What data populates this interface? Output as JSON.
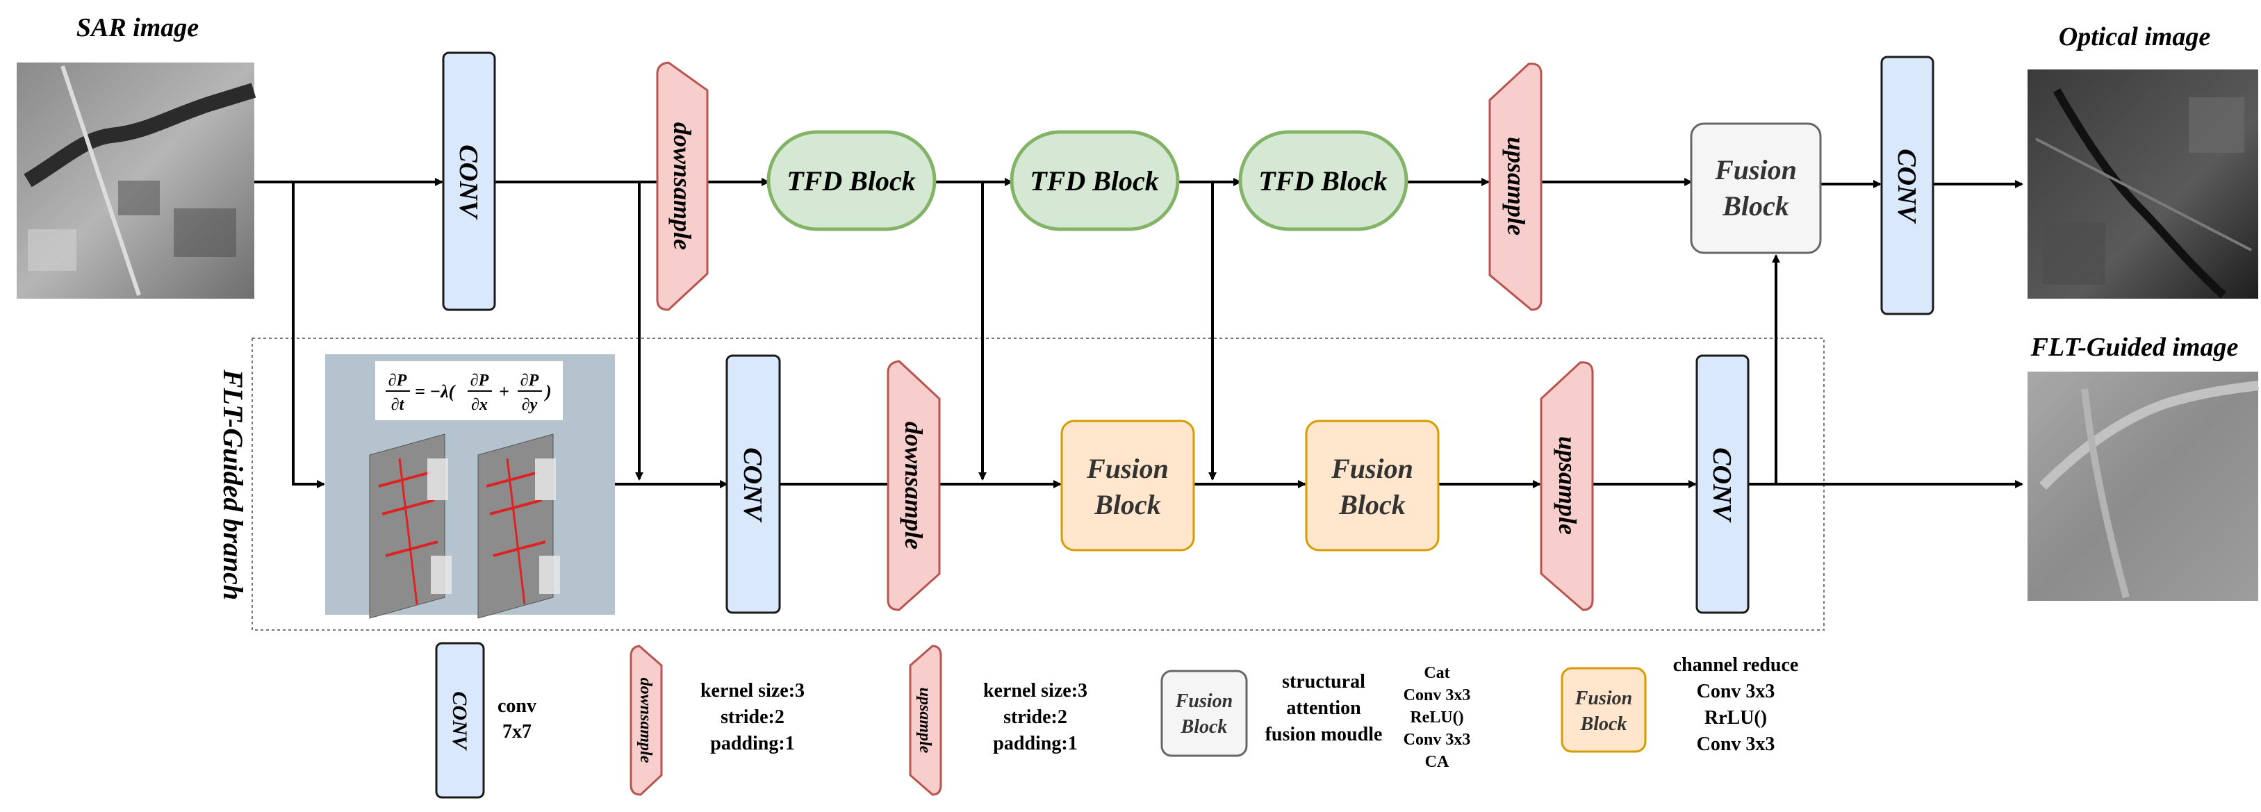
{
  "labels": {
    "sar_image": "SAR image",
    "optical_image": "Optical image",
    "flt_image": "FLT-Guided image",
    "flt_branch": "FLT-Guided branch"
  },
  "blocks": {
    "conv": "CONV",
    "downsample": "downsample",
    "upsample": "upsample",
    "tfd_block": "TFD Block",
    "fusion_block_line1": "Fusion",
    "fusion_block_line2": "Block"
  },
  "equation": {
    "lhs_num": "∂P",
    "lhs_den": "∂t",
    "mid": "= −λ(",
    "t1_num": "∂P",
    "t1_den": "∂x",
    "plus": "+",
    "t2_num": "∂P",
    "t2_den": "∂y",
    "close": ")"
  },
  "legend": {
    "conv_desc": [
      "conv",
      "7x7"
    ],
    "down_desc": [
      "kernel size:3",
      "stride:2",
      "padding:1"
    ],
    "up_desc": [
      "kernel size:3",
      "stride:2",
      "padding:1"
    ],
    "fusion_desc": [
      "structural",
      "attention",
      "fusion moudle"
    ],
    "fusion_ops": [
      "Cat",
      "Conv 3x3",
      "ReLU()",
      "Conv 3x3",
      "CA"
    ],
    "orange_fusion_desc": [
      "channel reduce",
      "Conv 3x3",
      "RrLU()",
      "Conv 3x3"
    ]
  },
  "colors": {
    "conv_fill": "#dae8fc",
    "conv_stroke": "#1a1a1a",
    "pink_fill": "#f8cecc",
    "pink_stroke": "#b85450",
    "green_fill": "#d5e8d4",
    "green_stroke": "#82b366",
    "gray_fill": "#f5f5f5",
    "gray_stroke": "#666666",
    "orange_fill": "#ffe6cc",
    "orange_stroke": "#d79b00"
  }
}
